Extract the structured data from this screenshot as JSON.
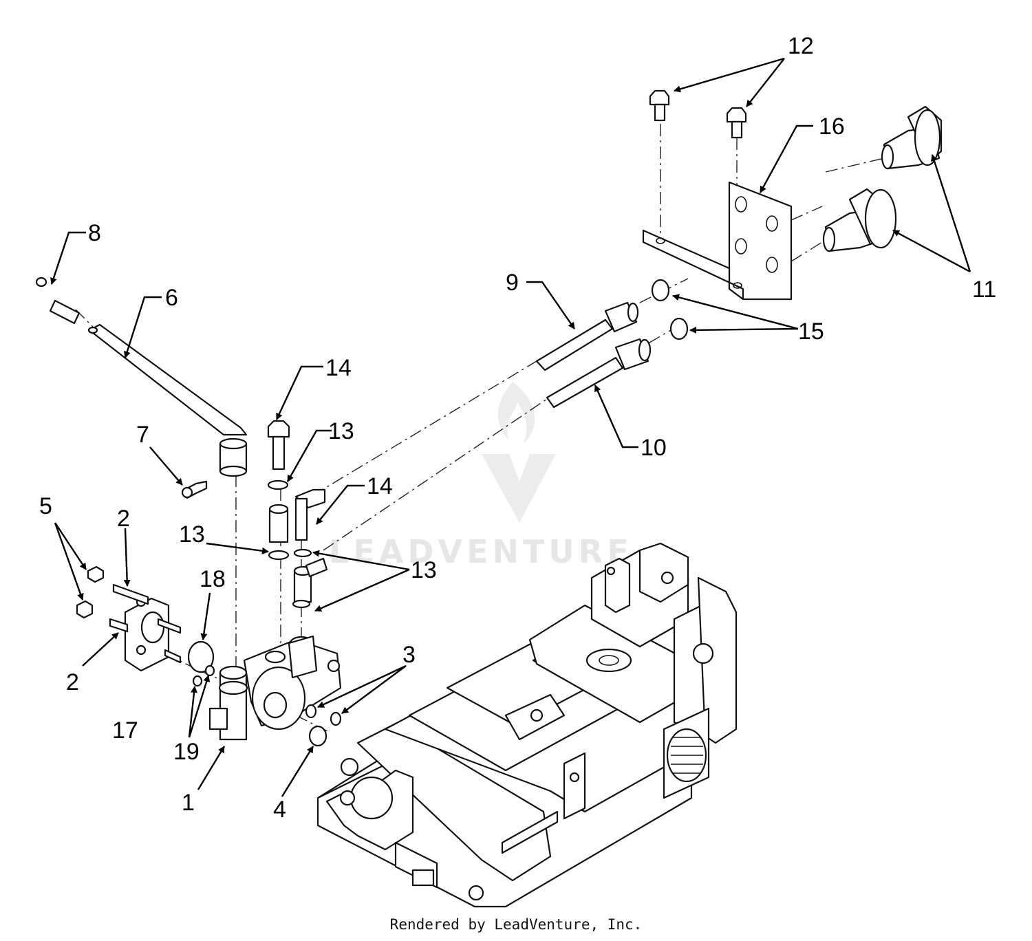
{
  "diagram": {
    "callouts": [
      "1",
      "2",
      "2",
      "3",
      "4",
      "5",
      "6",
      "7",
      "8",
      "9",
      "10",
      "11",
      "12",
      "13",
      "13",
      "13",
      "14",
      "14",
      "15",
      "16",
      "17",
      "18",
      "19"
    ],
    "watermark": "LEADVENTURE",
    "footer": "Rendered by LeadVenture, Inc."
  }
}
